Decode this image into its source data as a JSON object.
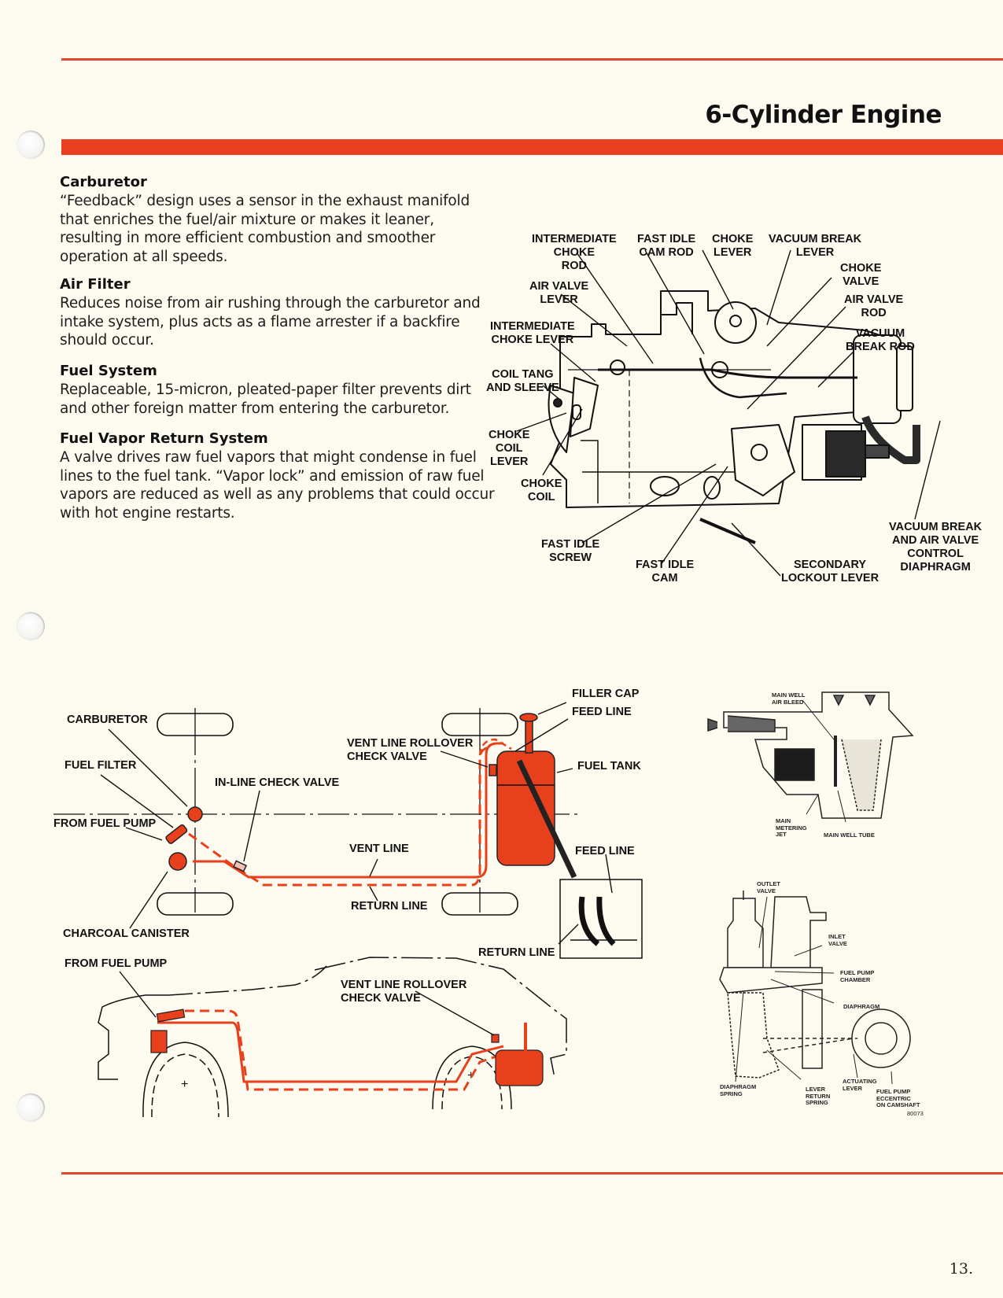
{
  "page": {
    "title": "6-Cylinder Engine",
    "page_number": "13.",
    "accent_color": "#ea3f1e"
  },
  "sections": [
    {
      "heading": "Carburetor",
      "body": "“Feedback” design uses a sensor in the exhaust manifold that enriches the fuel/air mixture or makes it leaner, resulting in more efficient combustion and smoother operation at all speeds."
    },
    {
      "heading": "Air Filter",
      "body": "Reduces noise from air rushing through the carburetor and intake system, plus acts as a flame arrester if a backfire should occur."
    },
    {
      "heading": "Fuel System",
      "body": "Replaceable, 15-micron, pleated-paper filter prevents dirt and other foreign matter from entering the carburetor."
    },
    {
      "heading": "Fuel Vapor Return System",
      "body": "A valve drives raw fuel vapors that might condense in fuel lines to the fuel tank. “Vapor lock” and emission of raw fuel vapors are reduced as well as any problems that could occur with hot engine restarts."
    }
  ],
  "carburetor_diagram": {
    "labels": {
      "intermediate_choke_rod": "INTERMEDIATE\nCHOKE\nROD",
      "fast_idle_cam_rod": "FAST IDLE\nCAM ROD",
      "choke_lever": "CHOKE\nLEVER",
      "vacuum_break_lever": "VACUUM BREAK\nLEVER",
      "choke_valve": "CHOKE\nVALVE",
      "air_valve_lever": "AIR VALVE\nLEVER",
      "air_valve_rod": "AIR VALVE\nROD",
      "intermediate_choke_lever": "INTERMEDIATE\nCHOKE LEVER",
      "vacuum_break_rod": "VACUUM\nBREAK ROD",
      "coil_tang_and_sleeve": "COIL TANG\nAND SLEEVE",
      "choke_coil_lever": "CHOKE\nCOIL\nLEVER",
      "choke_coil": "CHOKE\nCOIL",
      "fast_idle_screw": "FAST IDLE\nSCREW",
      "fast_idle_cam": "FAST IDLE\nCAM",
      "secondary_lockout_lever": "SECONDARY\nLOCKOUT LEVER",
      "vacuum_break_diaphragm": "VACUUM BREAK\nAND AIR VALVE\nCONTROL\nDIAPHRAGM"
    }
  },
  "fuel_system_diagram": {
    "labels": {
      "carburetor": "CARBURETOR",
      "fuel_filter": "FUEL FILTER",
      "from_fuel_pump": "FROM FUEL PUMP",
      "in_line_check_valve": "IN-LINE CHECK VALVE",
      "charcoal_canister": "CHARCOAL CANISTER",
      "vent_line_rollover": "VENT LINE ROLLOVER\nCHECK VALVE",
      "vent_line": "VENT LINE",
      "return_line": "RETURN LINE",
      "filler_cap": "FILLER CAP",
      "feed_line_top": "FEED LINE",
      "fuel_tank": "FUEL TANK",
      "feed_line_inset": "FEED LINE",
      "return_line_inset": "RETURN LINE",
      "from_fuel_pump_side": "FROM FUEL PUMP",
      "vent_line_rollover_side": "VENT LINE ROLLOVER\nCHECK VALVE"
    }
  },
  "main_well_diagram": {
    "labels": {
      "main_well_air_bleed": "MAIN WELL\nAIR BLEED",
      "main_metering_jet": "MAIN\nMETERING\nJET",
      "main_well_tube": "MAIN WELL TUBE"
    }
  },
  "fuel_pump_diagram": {
    "labels": {
      "outlet_valve": "OUTLET\nVALVE",
      "inlet_valve": "INLET\nVALVE",
      "fuel_pump_chamber": "FUEL PUMP\nCHAMBER",
      "diaphragm": "DIAPHRAGM",
      "diaphragm_spring": "DIAPHRAGM\nSPRING",
      "lever_return_spring": "LEVER\nRETURN\nSPRING",
      "actuating_lever": "ACTUATING\nLEVER",
      "fuel_pump_eccentric": "FUEL PUMP\nECCENTRIC\nON CAMSHAFT",
      "figure_code": "80073"
    }
  }
}
